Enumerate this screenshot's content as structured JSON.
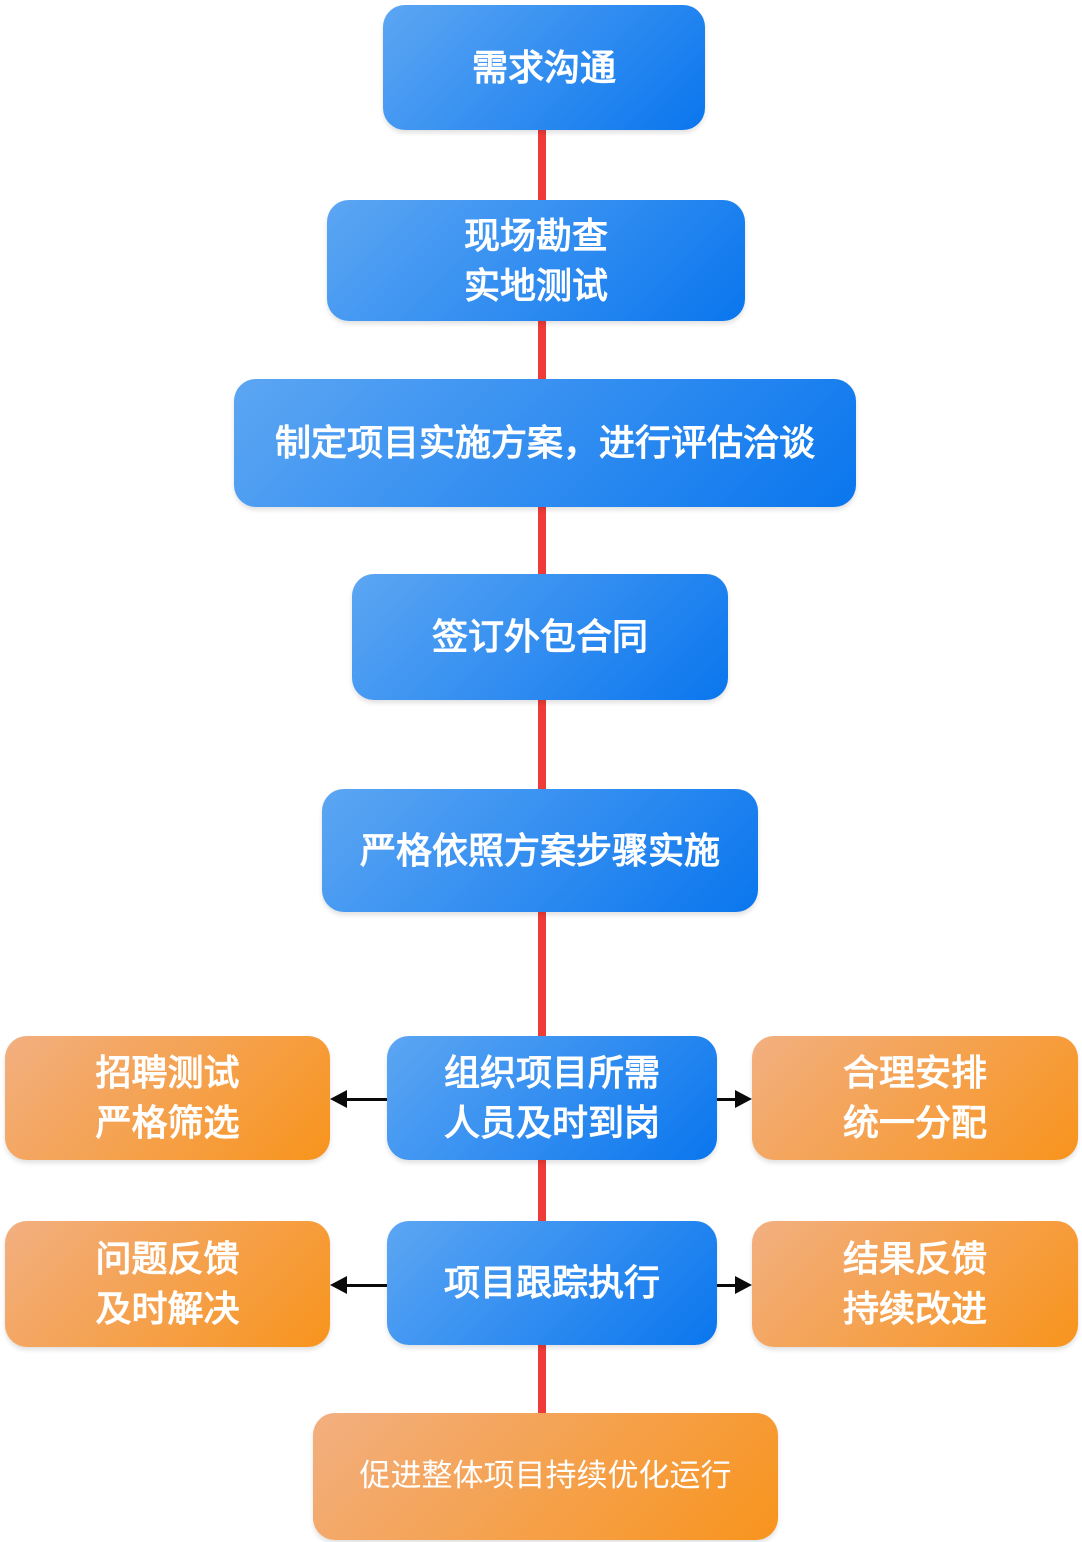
{
  "diagram": {
    "title_hint": "project outsourcing implementation flowchart",
    "nodes": {
      "demand": "需求沟通",
      "survey": "现场勘查\n实地测试",
      "plan": "制定项目实施方案，进行评估洽谈",
      "contract": "签订外包合同",
      "implement": "严格依照方案步骤实施",
      "recruit": "招聘测试\n严格筛选",
      "staffing": "组织项目所需\n人员及时到岗",
      "arrange": "合理安排\n统一分配",
      "issues": "问题反馈\n及时解决",
      "tracking": "项目跟踪执行",
      "results": "结果反馈\n持续改进",
      "optimize": "促进整体项目持续优化运行"
    },
    "edges": [
      {
        "from": "demand",
        "to": "survey",
        "style": "red-line"
      },
      {
        "from": "survey",
        "to": "plan",
        "style": "red-line"
      },
      {
        "from": "plan",
        "to": "contract",
        "style": "red-line"
      },
      {
        "from": "contract",
        "to": "implement",
        "style": "red-line"
      },
      {
        "from": "implement",
        "to": "staffing",
        "style": "red-line"
      },
      {
        "from": "staffing",
        "to": "recruit",
        "style": "black-arrow-left"
      },
      {
        "from": "staffing",
        "to": "arrange",
        "style": "black-arrow-right"
      },
      {
        "from": "staffing",
        "to": "tracking",
        "style": "red-line"
      },
      {
        "from": "tracking",
        "to": "issues",
        "style": "black-arrow-left"
      },
      {
        "from": "tracking",
        "to": "results",
        "style": "black-arrow-right"
      },
      {
        "from": "tracking",
        "to": "optimize",
        "style": "red-line"
      }
    ],
    "colors": {
      "blue_gradient_light": "#5CA6F3",
      "blue_gradient_dark": "#0A76EE",
      "orange_gradient_light": "#F2AF80",
      "orange_gradient_dark": "#F8941D",
      "connector_red": "#EF3B38",
      "arrow_black": "#0A0A0A",
      "text_white": "#FFFFFF",
      "background": "#FFFFFF"
    }
  }
}
